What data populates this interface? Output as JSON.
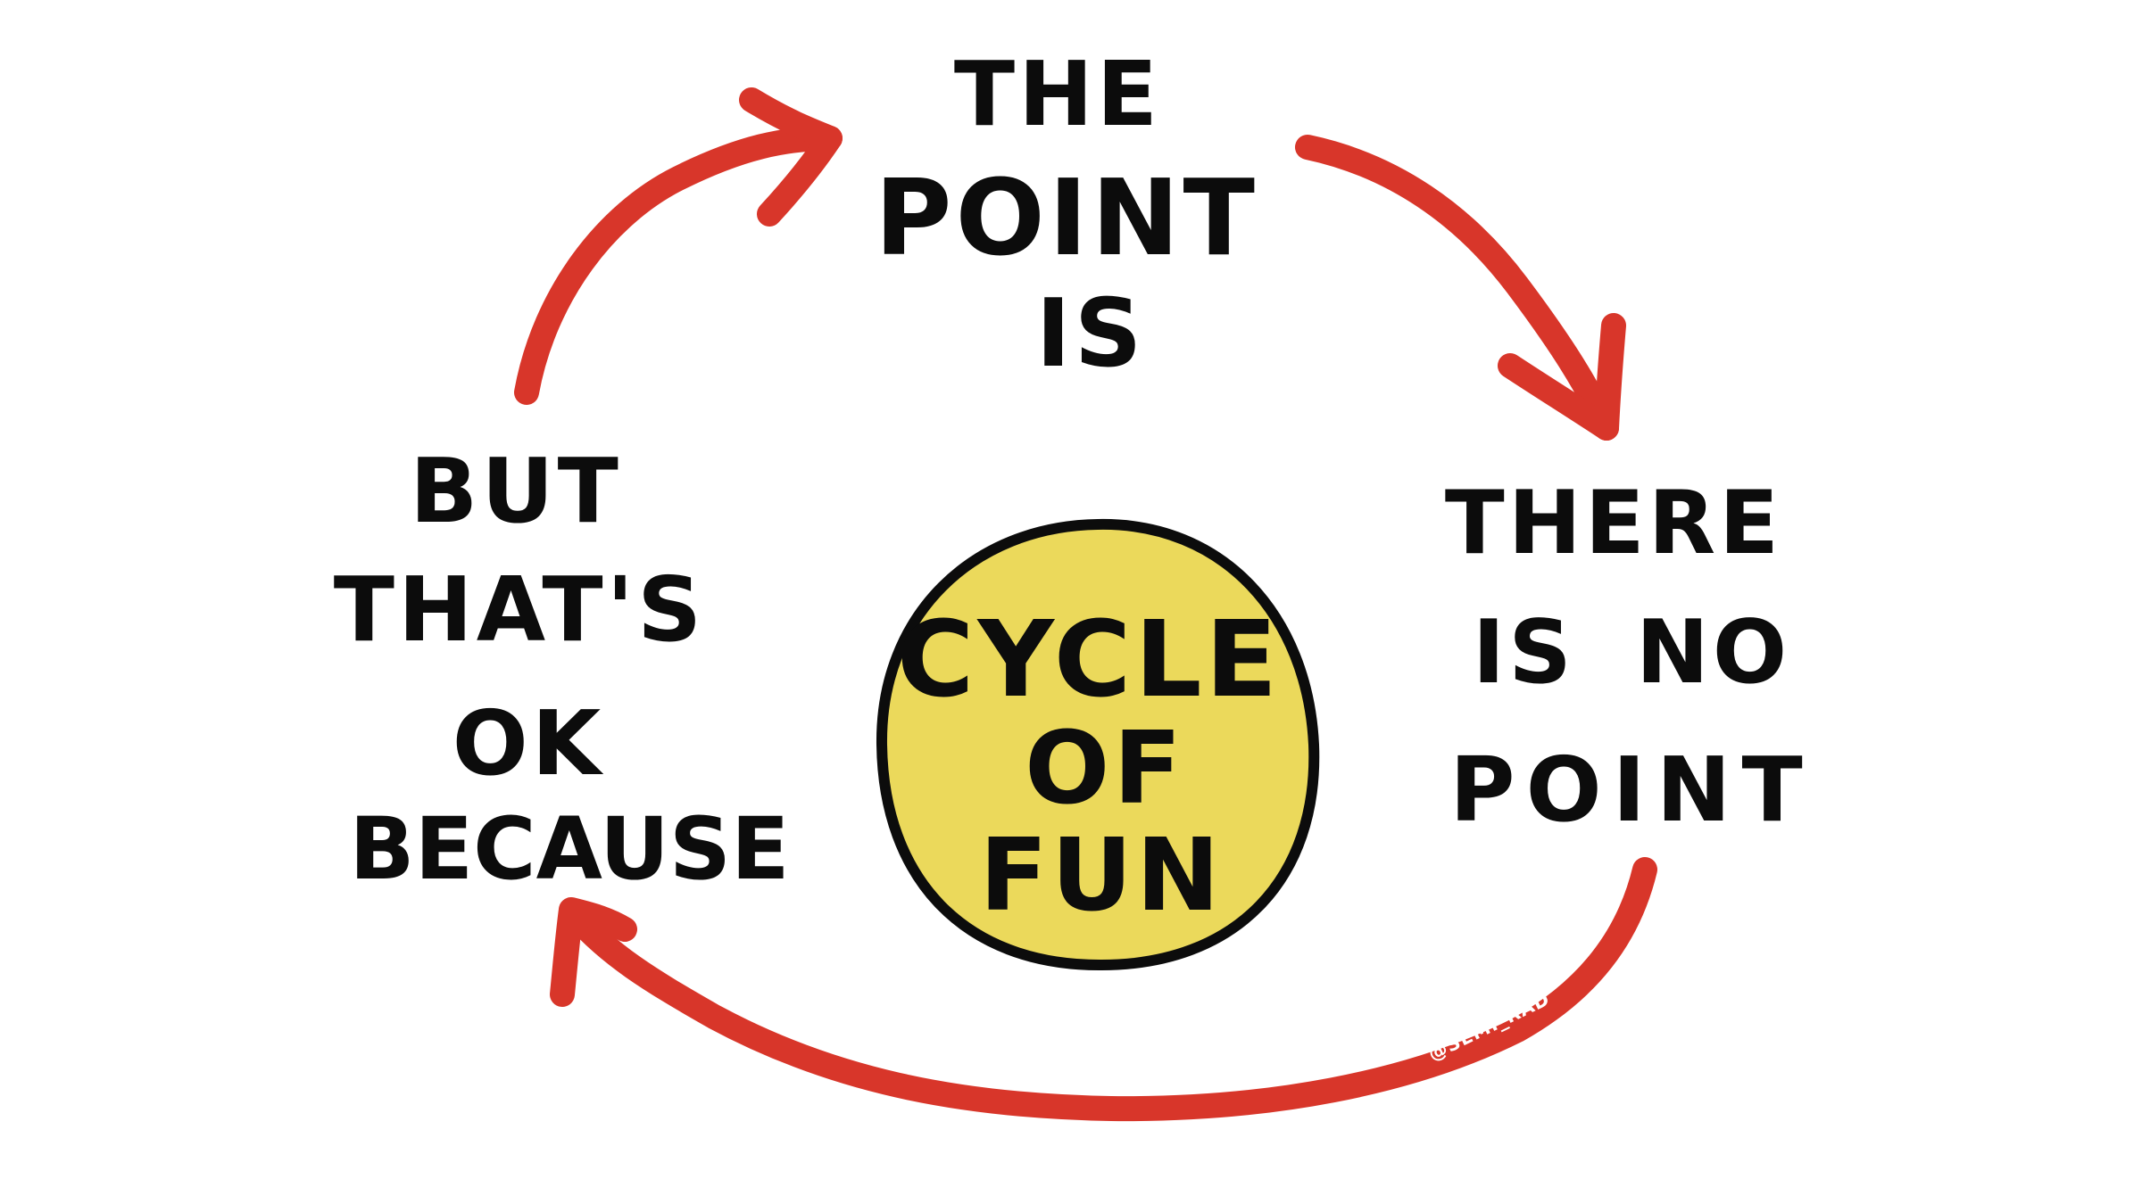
{
  "colors": {
    "background": "#ffffff",
    "arrow": "#d8362a",
    "circle_fill": "#ebd95b",
    "ink": "#0c0c0c",
    "signature_text": "#ffffff"
  },
  "center": {
    "lines": [
      "CYCLE",
      "OF",
      "FUN"
    ]
  },
  "nodes": {
    "top": {
      "lines": [
        "THE",
        "POINT",
        "IS"
      ]
    },
    "right": {
      "lines": [
        "THERE",
        "IS NO",
        "POINT"
      ]
    },
    "left": {
      "lines": [
        "BUT",
        "THAT'S",
        "OK",
        "BECAUSE"
      ]
    }
  },
  "arrows": [
    {
      "from": "left",
      "to": "top",
      "direction": "clockwise"
    },
    {
      "from": "top",
      "to": "right",
      "direction": "clockwise"
    },
    {
      "from": "right",
      "to": "left",
      "direction": "clockwise"
    }
  ],
  "signature": "@SEMI_RAD"
}
